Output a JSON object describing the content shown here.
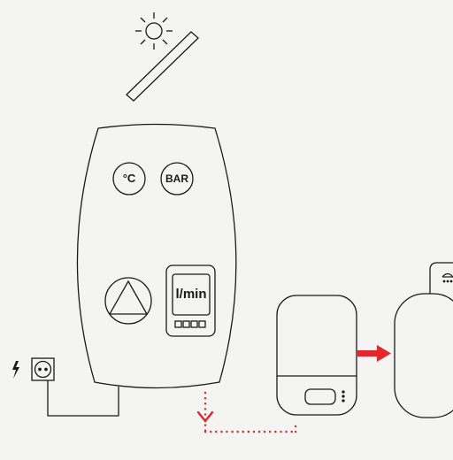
{
  "gauges": {
    "temperature_label": "°C",
    "pressure_label": "BAR"
  },
  "flow_meter": {
    "unit_label": "l/min"
  },
  "icons": [
    "sun-icon",
    "solar-panel-icon",
    "pump-icon",
    "power-bolt-icon",
    "power-socket-icon",
    "shower-icon"
  ],
  "colors": {
    "line": "#1a1a1a",
    "accent": "#e3262b",
    "background": "#f4f4f3"
  }
}
